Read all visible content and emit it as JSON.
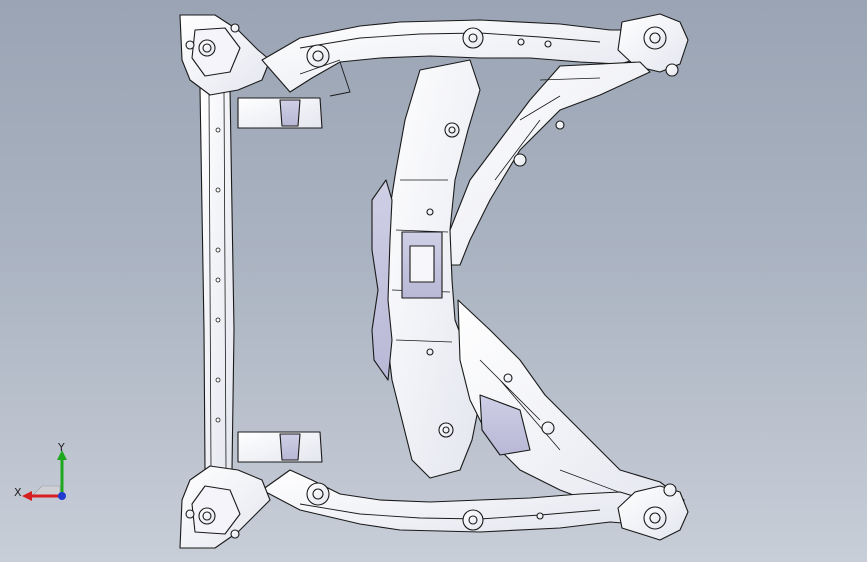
{
  "viewport": {
    "background_top": "#9aa4b4",
    "background_bottom": "#c8ced8",
    "model": "subframe-wireframe"
  },
  "triad": {
    "x_label": "X",
    "y_label": "Y",
    "x_color": "#d62020",
    "y_color": "#1ea81e",
    "z_color": "#1f3bd0"
  }
}
